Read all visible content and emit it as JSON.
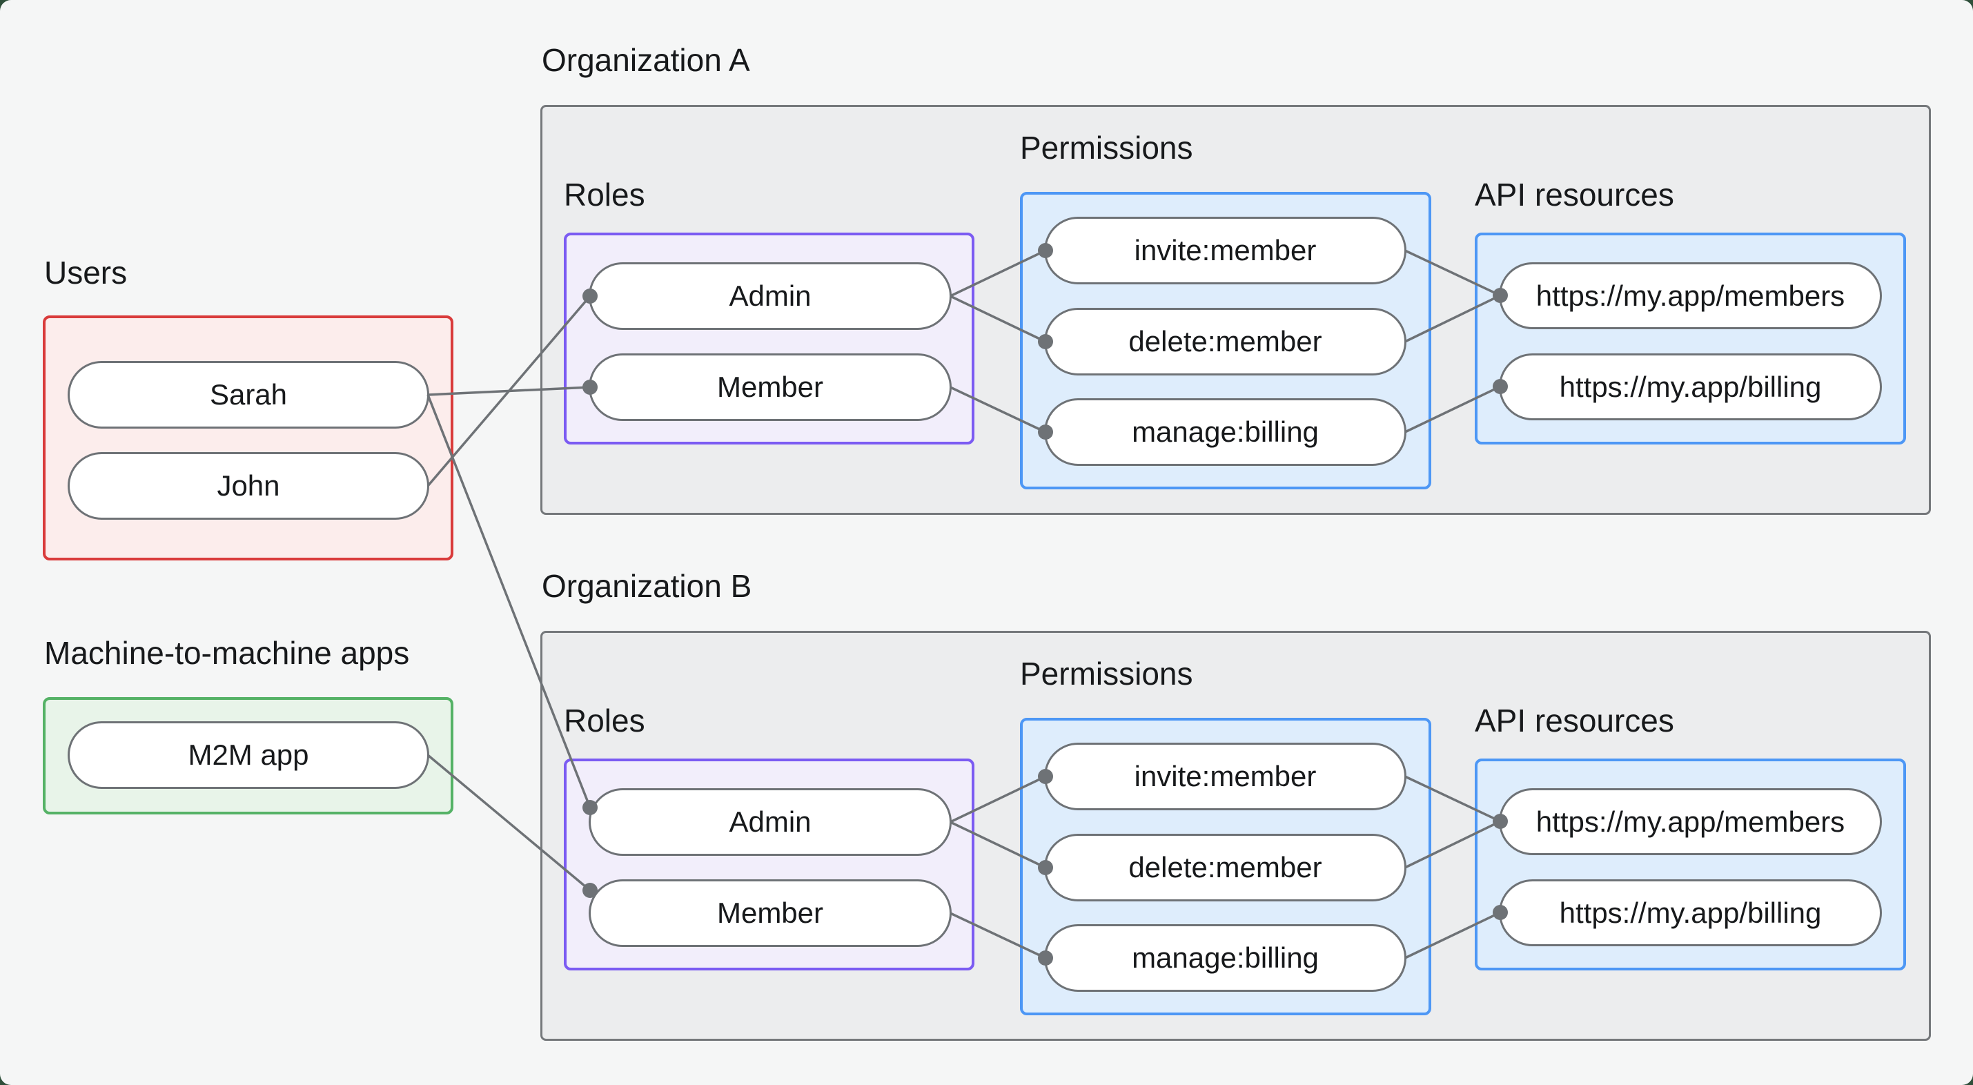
{
  "labels": {
    "users": "Users",
    "m2m_apps": "Machine-to-machine apps"
  },
  "users": {
    "sarah": "Sarah",
    "john": "John"
  },
  "m2m": {
    "app": "M2M app"
  },
  "org_a": {
    "title": "Organization A",
    "roles_label": "Roles",
    "permissions_label": "Permissions",
    "api_label": "API resources",
    "roles": {
      "admin": "Admin",
      "member": "Member"
    },
    "permissions": {
      "invite": "invite:member",
      "delete": "delete:member",
      "manage": "manage:billing"
    },
    "api_resources": {
      "members": "https://my.app/members",
      "billing": "https://my.app/billing"
    }
  },
  "org_b": {
    "title": "Organization B",
    "roles_label": "Roles",
    "permissions_label": "Permissions",
    "api_label": "API resources",
    "roles": {
      "admin": "Admin",
      "member": "Member"
    },
    "permissions": {
      "invite": "invite:member",
      "delete": "delete:member",
      "manage": "manage:billing"
    },
    "api_resources": {
      "members": "https://my.app/members",
      "billing": "https://my.app/billing"
    }
  },
  "edges": [
    {
      "from": "Sarah",
      "to": "Member (Organization A)"
    },
    {
      "from": "Sarah",
      "to": "Admin (Organization B)"
    },
    {
      "from": "John",
      "to": "Admin (Organization A)"
    },
    {
      "from": "M2M app",
      "to": "Member (Organization B)"
    },
    {
      "from": "Admin (Organization A)",
      "to": "invite:member (Organization A)"
    },
    {
      "from": "Admin (Organization A)",
      "to": "delete:member (Organization A)"
    },
    {
      "from": "Member (Organization A)",
      "to": "manage:billing (Organization A)"
    },
    {
      "from": "invite:member (Organization A)",
      "to": "https://my.app/members (Organization A)"
    },
    {
      "from": "delete:member (Organization A)",
      "to": "https://my.app/members (Organization A)"
    },
    {
      "from": "manage:billing (Organization A)",
      "to": "https://my.app/billing (Organization A)"
    },
    {
      "from": "Admin (Organization B)",
      "to": "invite:member (Organization B)"
    },
    {
      "from": "Admin (Organization B)",
      "to": "delete:member (Organization B)"
    },
    {
      "from": "Member (Organization B)",
      "to": "manage:billing (Organization B)"
    },
    {
      "from": "invite:member (Organization B)",
      "to": "https://my.app/members (Organization B)"
    },
    {
      "from": "delete:member (Organization B)",
      "to": "https://my.app/members (Organization B)"
    },
    {
      "from": "manage:billing (Organization B)",
      "to": "https://my.app/billing (Organization B)"
    }
  ],
  "colors": {
    "page_background": "#f5f6f6",
    "outer_corner": "#2f4f3a",
    "users_border": "#d93b3b",
    "users_fill": "#fcedec",
    "m2m_border": "#55b266",
    "m2m_fill": "#e8f4e9",
    "org_border": "#75787b",
    "org_fill": "#ecedee",
    "roles_border": "#7b5bf2",
    "roles_fill": "#f2eefb",
    "blue_border": "#4d97f5",
    "blue_fill": "#deedfc",
    "node_border": "#6e7276",
    "edge_line": "#6e7276",
    "text": "#17191b"
  }
}
